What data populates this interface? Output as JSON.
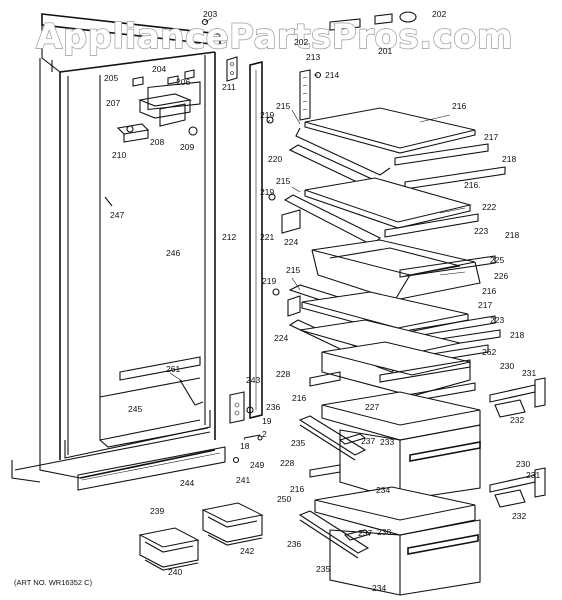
{
  "watermark": "AppliancePartsPros.com",
  "art_note": "(ART NO. WR16352 C)",
  "labels": {
    "l203": "203",
    "l202": "202",
    "l202b": "202",
    "l201": "201",
    "l213": "213",
    "l214": "214",
    "l204": "204",
    "l205": "205",
    "l206": "206",
    "l207": "207",
    "l208": "208",
    "l209": "209",
    "l210": "210",
    "l211": "211",
    "l212": "212",
    "l215a": "215",
    "l215b": "215",
    "l215c": "215",
    "l216a": "216",
    "l216b": "216.",
    "l216c": "216",
    "l216d": "216",
    "l216e": "216",
    "l217a": "217",
    "l217b": "217",
    "l218a": "218",
    "l218b": "218",
    "l218c": "218",
    "l219a": "219",
    "l219b": "219",
    "l219c": "219",
    "l220": "220",
    "l221": "221",
    "l222": "222",
    "l223a": "223",
    "l223b": "223",
    "l224a": "224",
    "l224b": "224",
    "l225": "225",
    "l226": "226",
    "l227": "227",
    "l228a": "228",
    "l228b": "228",
    "l230a": "230",
    "l230b": "230",
    "l231a": "231",
    "l231b": "231",
    "l232a": "232",
    "l232b": "232",
    "l233": "233",
    "l234a": "234",
    "l234b": "234",
    "l235a": "235",
    "l235b": "235",
    "l236a": "236",
    "l236b": "236",
    "l237a": "237",
    "l237b": "237",
    "l238": "238",
    "l239": "239",
    "l240": "240",
    "l241": "241",
    "l242": "242",
    "l243": "243",
    "l244": "244",
    "l245": "245",
    "l246": "246",
    "l247": "247",
    "l249": "249",
    "l250": "250",
    "l261": "261",
    "l262": "262",
    "l18": "18",
    "l19": "19",
    "l2": "2"
  }
}
